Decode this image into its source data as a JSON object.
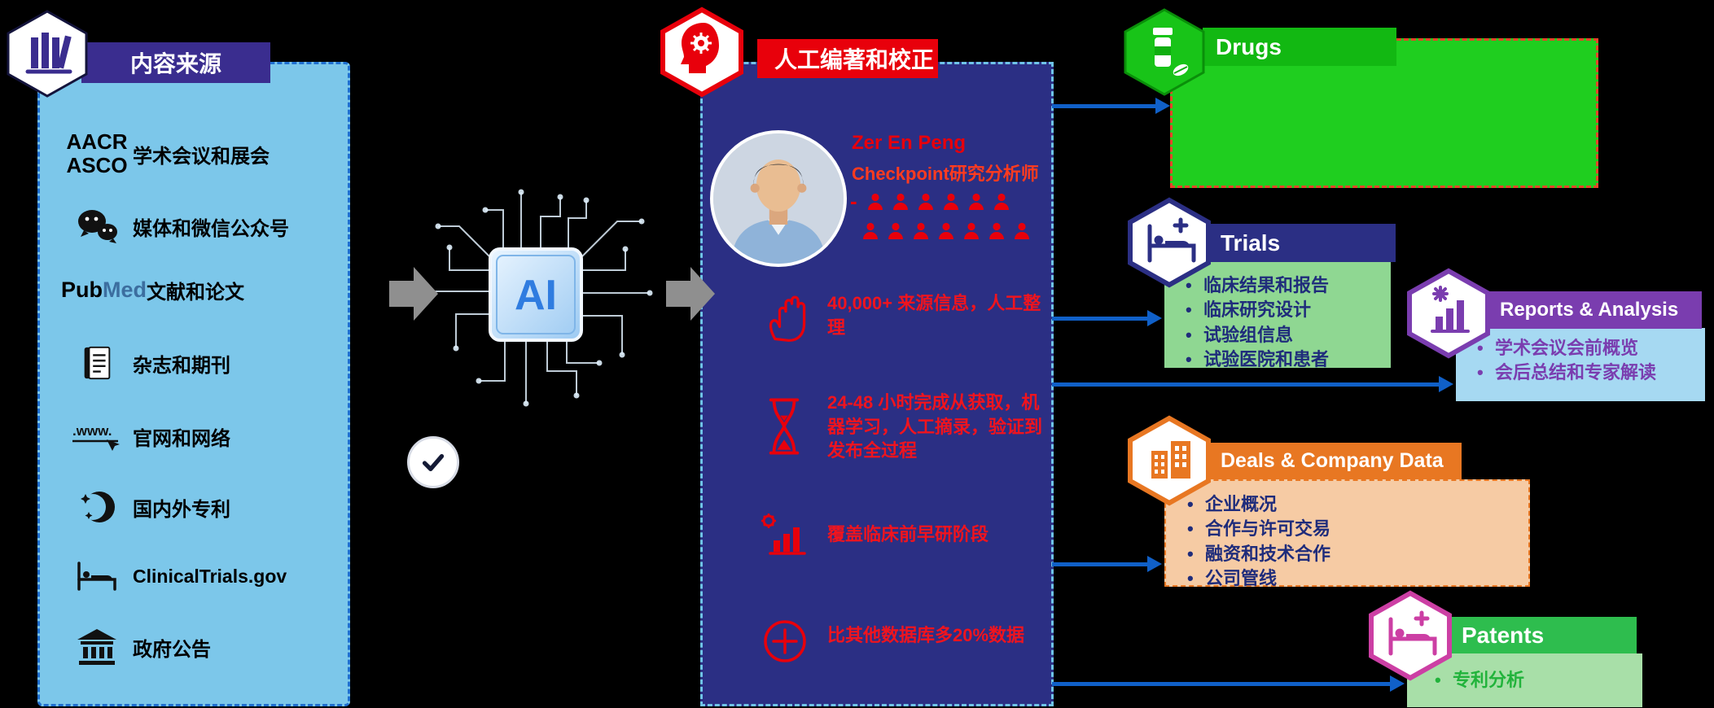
{
  "source_panel": {
    "header": "内容来源",
    "conference": {
      "line1": "AACR",
      "line2": "ASCO",
      "label": "学术会议和展会"
    },
    "wechat": {
      "label": "媒体和微信公众号"
    },
    "pubmed": {
      "logo_pub": "Pub",
      "logo_med": "Med",
      "label": "文献和论文"
    },
    "journal": {
      "label": "杂志和期刊"
    },
    "web": {
      "www_text": ".www.",
      "label": "官网和网络"
    },
    "patent": {
      "label": "国内外专利"
    },
    "clinicaltrials": {
      "label": "ClinicalTrials.gov"
    },
    "government": {
      "label": "政府公告"
    }
  },
  "ai": {
    "chip_label": "AI"
  },
  "editor_panel": {
    "header": "人工编著和校正",
    "analyst_name": "Zer En Peng",
    "analyst_title": "Checkpoint研究分析师",
    "team_prefix": "-",
    "features": [
      {
        "text": "40,000+ 来源信息，人工整理"
      },
      {
        "text": "24-48 小时完成从获取，机器学习，人工摘录，验证到发布全过程"
      },
      {
        "text": "覆盖临床前早研阶段"
      },
      {
        "text": "比其他数据库多20%数据"
      }
    ]
  },
  "outputs": {
    "drugs": {
      "title": "Drugs",
      "items": []
    },
    "trials": {
      "title": "Trials",
      "items": [
        "临床结果和报告",
        "临床研究设计",
        "试验组信息",
        "试验医院和患者"
      ]
    },
    "reports": {
      "title": "Reports & Analysis",
      "items": [
        "学术会议会前概览",
        "会后总结和专家解读"
      ]
    },
    "deals": {
      "title": "Deals & Company Data",
      "items": [
        "企业概况",
        "合作与许可交易",
        "融资和技术合作",
        "公司管线"
      ]
    },
    "patents": {
      "title": "Patents",
      "items": [
        "专利分析"
      ]
    }
  },
  "colors": {
    "background": "#000000",
    "source_panel_fill": "#7CC7EA",
    "source_header_purple": "#3A2D8F",
    "editor_panel_fill": "#2B2F84",
    "accent_red": "#E8000B",
    "drugs_green": "#1FCE1F",
    "trials_navy": "#2B2F84",
    "trials_box_green": "#8FD792",
    "reports_purple": "#7A3DAF",
    "reports_box_blue": "#A6D9F2",
    "deals_orange": "#E87722",
    "deals_box_peach": "#F6CBA4",
    "patents_magenta": "#CC3FA4",
    "patents_header_green": "#2EBD4E",
    "patents_box_green": "#A8DFA8",
    "arrow_blue": "#1060C8"
  }
}
